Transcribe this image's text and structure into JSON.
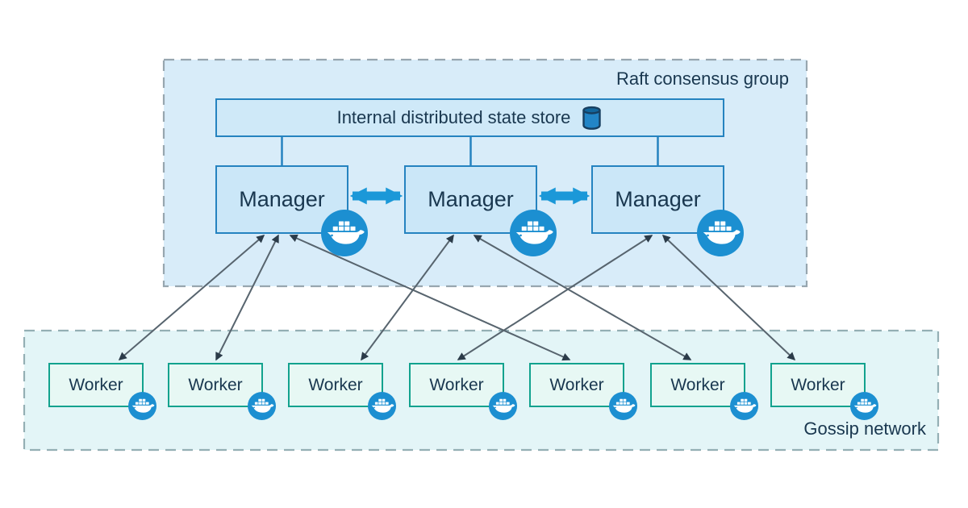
{
  "title": "Docker Swarm architecture diagram",
  "raft_group": {
    "label": "Raft consensus group",
    "state_store": {
      "label": "Internal distributed state store",
      "icon": "database-cylinder-icon"
    },
    "managers": [
      {
        "id": "manager-1",
        "label": "Manager",
        "icon": "docker-whale-icon"
      },
      {
        "id": "manager-2",
        "label": "Manager",
        "icon": "docker-whale-icon"
      },
      {
        "id": "manager-3",
        "label": "Manager",
        "icon": "docker-whale-icon"
      }
    ]
  },
  "gossip_network": {
    "label": "Gossip network",
    "workers": [
      {
        "id": "worker-1",
        "label": "Worker",
        "icon": "docker-whale-icon"
      },
      {
        "id": "worker-2",
        "label": "Worker",
        "icon": "docker-whale-icon"
      },
      {
        "id": "worker-3",
        "label": "Worker",
        "icon": "docker-whale-icon"
      },
      {
        "id": "worker-4",
        "label": "Worker",
        "icon": "docker-whale-icon"
      },
      {
        "id": "worker-5",
        "label": "Worker",
        "icon": "docker-whale-icon"
      },
      {
        "id": "worker-6",
        "label": "Worker",
        "icon": "docker-whale-icon"
      },
      {
        "id": "worker-7",
        "label": "Worker",
        "icon": "docker-whale-icon"
      }
    ]
  },
  "links": {
    "store_links": [
      "manager-1",
      "manager-2",
      "manager-3"
    ],
    "manager_peer_links": [
      [
        "manager-1",
        "manager-2"
      ],
      [
        "manager-2",
        "manager-3"
      ]
    ],
    "manager_worker_links": [
      [
        "manager-1",
        "worker-1"
      ],
      [
        "manager-1",
        "worker-2"
      ],
      [
        "manager-1",
        "worker-5"
      ],
      [
        "manager-2",
        "worker-3"
      ],
      [
        "manager-2",
        "worker-6"
      ],
      [
        "manager-3",
        "worker-4"
      ],
      [
        "manager-3",
        "worker-7"
      ]
    ],
    "style": "double-headed"
  },
  "colors": {
    "raft_fill": "#d8ecf9",
    "raft_border": "#97a6af",
    "gossip_fill": "#e3f5f7",
    "gossip_border": "#94afb4",
    "manager_fill": "#cbe7f8",
    "manager_border": "#2583c0",
    "store_fill": "#cfe9f8",
    "store_border": "#2583c0",
    "worker_fill": "#e7f8f4",
    "worker_border": "#12a28e",
    "docker_blue": "#1c8fd1",
    "peer_arrow": "#1b98d8",
    "link_line": "#57646e",
    "link_head": "#2b3b49",
    "db_body": "#2285c6",
    "db_top": "#12669c",
    "db_outline": "#173f60",
    "text": "#19374f"
  }
}
